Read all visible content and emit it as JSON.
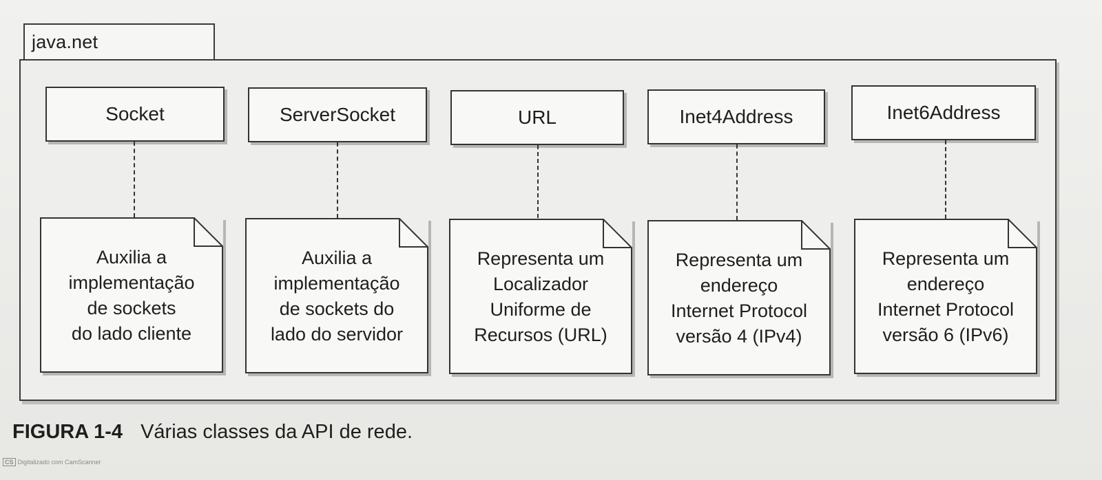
{
  "package": {
    "name": "java.net"
  },
  "classes": [
    {
      "name": "Socket",
      "note": "Auxilia a\nimplementação\nde sockets\ndo lado cliente"
    },
    {
      "name": "ServerSocket",
      "note": "Auxilia a\nimplementação\nde sockets do\nlado do servidor"
    },
    {
      "name": "URL",
      "note": "Representa um\nLocalizador\nUniforme de\nRecursos (URL)"
    },
    {
      "name": "Inet4Address",
      "note": "Representa um\nendereço\nInternet Protocol\nversão 4 (IPv4)"
    },
    {
      "name": "Inet6Address",
      "note": "Representa um\nendereço\nInternet Protocol\nversão 6 (IPv6)"
    }
  ],
  "caption": {
    "label": "FIGURA 1-4",
    "text": "Várias classes da API de rede."
  },
  "scanner": {
    "logo": "CS",
    "text": "Digitalizado com CamScanner"
  },
  "colors": {
    "stroke": "#333333",
    "box_fill": "#f8f8f6",
    "package_fill": "#eeeeec"
  }
}
